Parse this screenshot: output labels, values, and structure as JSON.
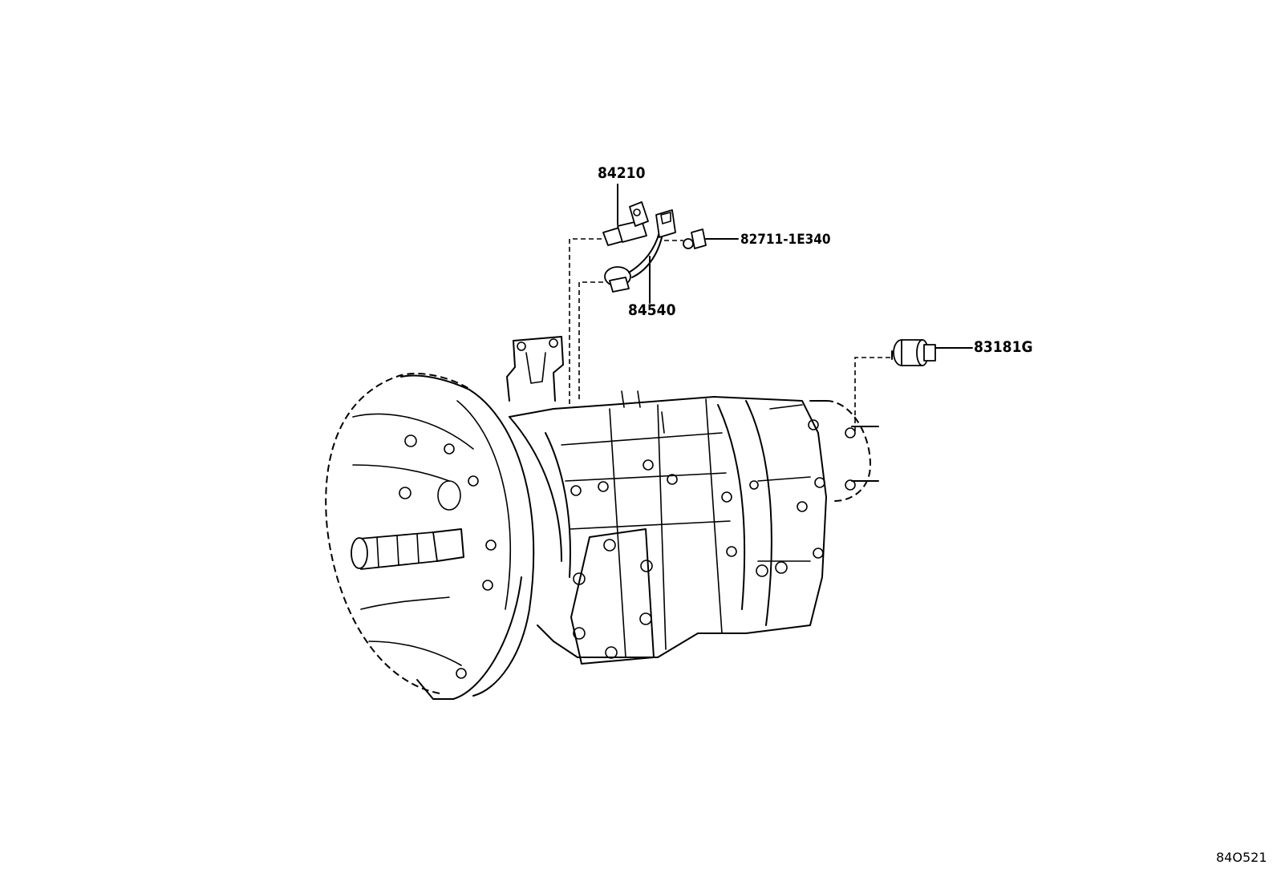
{
  "parts": {
    "speed_sensor": "84210",
    "back_up_switch": "84540",
    "connector": "82711-1E340",
    "vehicle_speed_sensor": "83181G"
  },
  "diagram_code": "84O521"
}
